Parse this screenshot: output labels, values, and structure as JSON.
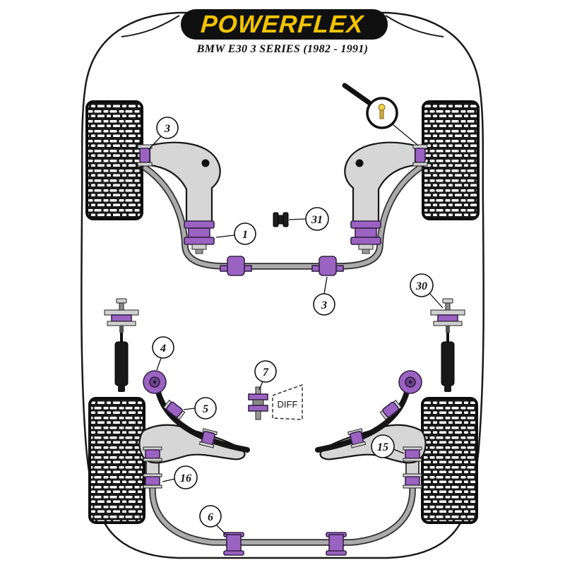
{
  "header": {
    "brand": "POWERFLEX",
    "model": "BMW E30 3 SERIES (1982 - 1991)"
  },
  "diagram": {
    "diff_label": "DIFF",
    "callouts": [
      {
        "part": "front-wishbone-rear-bush-left",
        "number": "3"
      },
      {
        "part": "front-wishbone-front-bush",
        "number": "1"
      },
      {
        "part": "steering-coupling-bush",
        "number": "31"
      },
      {
        "part": "front-anti-roll-bar-bush",
        "number": "3"
      },
      {
        "part": "rear-shock-top-mount",
        "number": "30"
      },
      {
        "part": "rear-beam-front-bush",
        "number": "4"
      },
      {
        "part": "diff-mount-bush",
        "number": "7"
      },
      {
        "part": "rear-arm-outer-bush",
        "number": "5"
      },
      {
        "part": "rear-arm-inner-bush-right",
        "number": "15"
      },
      {
        "part": "rear-arm-inner-bush-left",
        "number": "16"
      },
      {
        "part": "rear-anti-roll-bar-bush",
        "number": "6"
      }
    ]
  },
  "colors": {
    "brand_yellow": "#F2C300",
    "bushing_purple": "#9B63C1",
    "banner_black": "#101010"
  }
}
